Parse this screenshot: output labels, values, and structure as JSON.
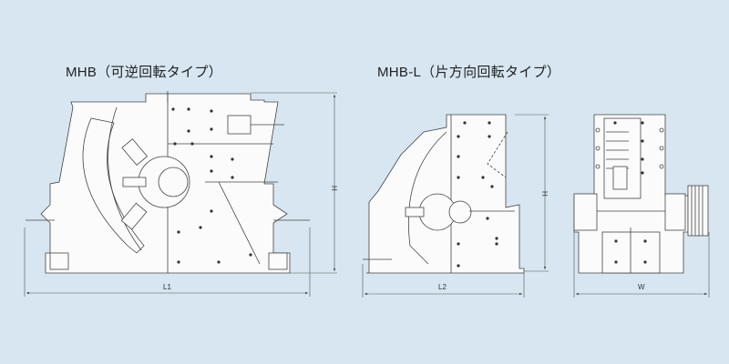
{
  "titles": {
    "mhb": "MHB（可逆回転タイプ）",
    "mhbl": "MHB-L（片方向回転タイプ）"
  },
  "dimensions": {
    "mhb_height": "H",
    "mhb_length": "L1",
    "mhbl_height": "H",
    "mhbl_length": "L2",
    "mhbl_width": "W"
  },
  "colors": {
    "background": "#d7e6f0",
    "line": "#444444",
    "fill": "#fbfbfb"
  }
}
